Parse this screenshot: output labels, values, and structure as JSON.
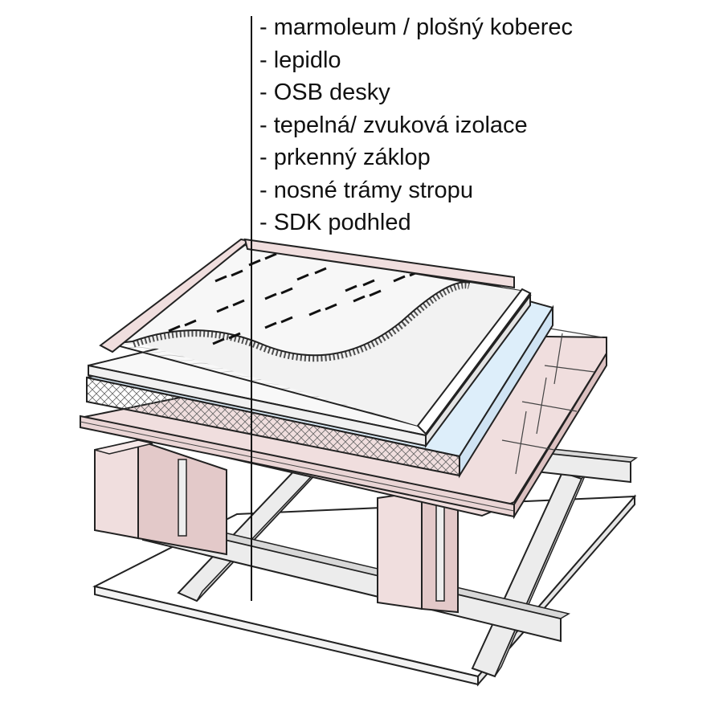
{
  "legend": {
    "items": [
      "- marmoleum / plošný  koberec",
      "- lepidlo",
      "- OSB desky",
      "- tepelná/ zvuková izolace",
      "- prkenný záklop",
      "- nosné trámy stropu",
      "- SDK podhled"
    ]
  },
  "colors": {
    "outline": "#222222",
    "timber": "#f0dede",
    "timber_side": "#e3c9c9",
    "insulation": "#ddeefa",
    "osb": "#f6f6f6",
    "metal": "#ececec",
    "board": "#ffffff"
  }
}
